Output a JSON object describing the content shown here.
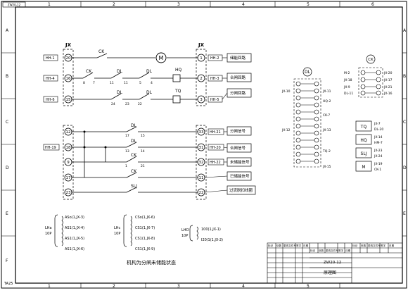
{
  "frame": {
    "top_tag": "ZW20-12",
    "corner_tag": "TA25",
    "columns": [
      "1",
      "2",
      "3",
      "4",
      "5",
      "6"
    ],
    "rows": [
      "A",
      "B",
      "C",
      "D",
      "E",
      "F"
    ]
  },
  "terminal_blocks": {
    "left_label": "JX",
    "right_label": "JX"
  },
  "left_terminals": [
    "20",
    "16",
    "15",
    "12",
    "18",
    "9",
    "17",
    "23"
  ],
  "right_terminals": [
    "1",
    "2",
    "3",
    "33",
    "31",
    "32",
    "11",
    "22"
  ],
  "left_nets": [
    "HH-1",
    "HH-4",
    "HH-6",
    "HH-19"
  ],
  "right_nets": [
    "HH-2",
    "HH-3",
    "HH-5",
    "HH-21",
    "HH-20",
    "HH-22"
  ],
  "circuit_labels": [
    "储能回路",
    "合闸回路",
    "分闸回路",
    "分闸信号",
    "合闸信号",
    "未储能信号",
    "已储能信号",
    "过流脱扣线圈"
  ],
  "devices": {
    "ck": "CK",
    "dl": "DL",
    "hq": "HQ",
    "tq": "TQ",
    "slj": "SLJ",
    "motor": "M"
  },
  "contact_numbers": [
    "8",
    "7",
    "11",
    "5",
    "4",
    "24",
    "23",
    "22",
    "17",
    "15",
    "13",
    "14",
    "1",
    "21"
  ],
  "dl_block": {
    "title": "DL",
    "left_tags": [
      "JX-10",
      "JX-12"
    ],
    "right_tags": [
      "JX-11",
      "HQ-2",
      "CK-7",
      "JX-13",
      "TQ-2",
      "JX-15"
    ]
  },
  "ck_block": {
    "title": "CK",
    "left_tags": [
      "M-2",
      "JX-18",
      "JX-9",
      "DL-11"
    ],
    "right_tags": [
      "JX-20",
      "JX-17",
      "JX-21",
      "JX-16"
    ]
  },
  "device_boxes": [
    {
      "name": "TQ",
      "tags": [
        "JX-7",
        "DL-20"
      ]
    },
    {
      "name": "HQ",
      "tags": [
        "JX-14",
        "HM-7"
      ]
    },
    {
      "name": "SLJ",
      "tags": [
        "JX-23",
        "JX-24"
      ]
    },
    {
      "name": "M",
      "tags": [
        "JX-19",
        "CK-1"
      ]
    }
  ],
  "lh_groups": [
    {
      "label": "LHa",
      "sub": "10P",
      "items": [
        "ASo(1,JX-3)",
        "AS1(1,JX-4)",
        "AS1(1,JX-5)",
        "AS1(1,JX-6)"
      ]
    },
    {
      "label": "LHc",
      "sub": "10P",
      "items": [
        "CSo(1,JX-6)",
        "CS1(1,JX-7)",
        "CS1(1,JX-8)",
        "CS1(1,JX-9)"
      ]
    },
    {
      "label": "LHO",
      "sub": "10P",
      "items": [
        "100(1,JX-1)",
        "I20/1(1,JX-2)"
      ]
    }
  ],
  "state_note": "机构为分闸未储能状态",
  "title_block": {
    "drawing_no": "ZW20-12",
    "drawing_name": "原理图",
    "headers": [
      "标记",
      "处数",
      "更改文件号",
      "签字",
      "日期"
    ]
  }
}
